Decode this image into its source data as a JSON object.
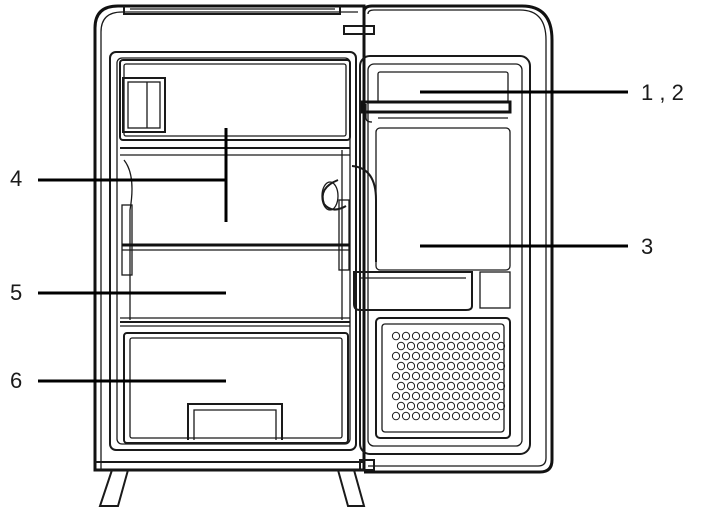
{
  "callouts": [
    {
      "id": "1-2",
      "label": "1 , 2"
    },
    {
      "id": "3",
      "label": "3"
    },
    {
      "id": "4",
      "label": "4"
    },
    {
      "id": "5",
      "label": "5"
    },
    {
      "id": "6",
      "label": "6"
    }
  ],
  "colors": {
    "line": "#000000",
    "background": "#ffffff"
  }
}
